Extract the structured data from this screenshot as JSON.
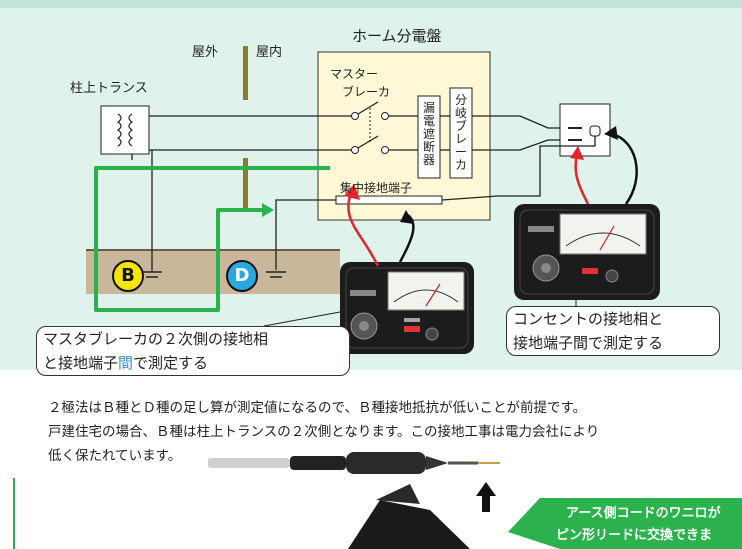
{
  "labels": {
    "outdoor": "屋外",
    "indoor": "屋内",
    "panel_title": "ホーム分電盤",
    "pole_transformer": "柱上トランス",
    "master_breaker_line1": "マスター",
    "master_breaker_line2": "ブレーカ",
    "earth_leakage_breaker": "漏電遮断器",
    "branch_breaker": "分岐ブレーカ",
    "ground_terminal": "集中接地端子",
    "ground_b": "B",
    "ground_d": "D"
  },
  "callouts": {
    "left_line1": "マスタブレーカの２次側の接地相",
    "left_line2a": "と接地端子",
    "left_line2b": "間",
    "left_line2c": "で測定する",
    "right_line1": "コンセントの接地相と",
    "right_line2": "接地端子間で測定する"
  },
  "paragraph": {
    "line1": "２極法はＢ種とＤ種の足し算が測定値になるので、Ｂ種接地抵抗が低いことが前提です。",
    "line2": "戸建住宅の場合、Ｂ種は柱上トランスの２次側となります。この接地工事は電力会社により",
    "line3": "低く保たれています。"
  },
  "banner": {
    "line1": "アース側コードのワニロが",
    "line2": "ピン形リードに交換できま"
  },
  "colors": {
    "background_top": "#dff2ec",
    "ground_soil": "#c9b79b",
    "green_accent": "#2bb24c",
    "red_lead": "#e3242b",
    "black_lead": "#111111",
    "ground_b": "#f5e400",
    "ground_d": "#29a8e0",
    "bottom_border": "#3aa84a",
    "panel_fill": "#fff8d6"
  },
  "icons": [
    "transformer-icon",
    "wall-icon",
    "breaker-switch-icon",
    "outlet-icon",
    "ground-symbol-icon",
    "tester-icon",
    "test-probe-icon",
    "alligator-clip-icon",
    "up-arrow-icon"
  ]
}
